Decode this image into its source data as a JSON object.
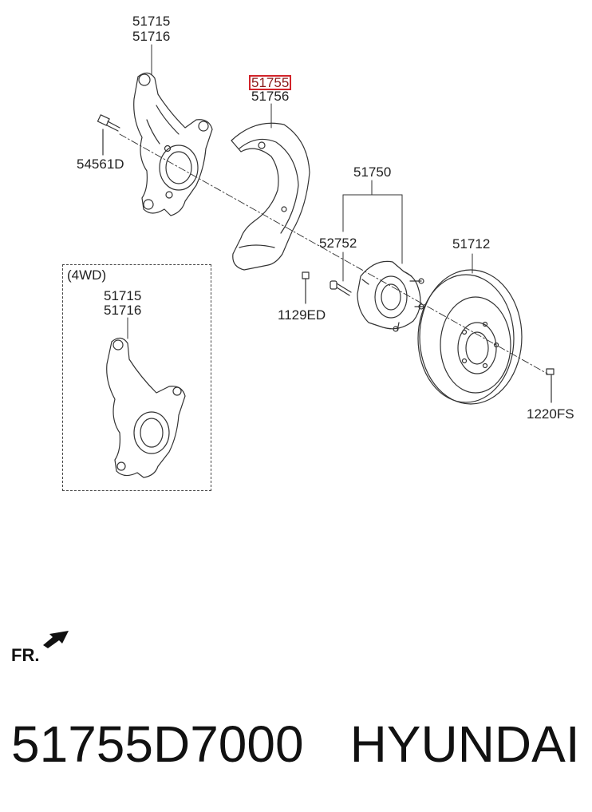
{
  "callouts": {
    "knuckle_top_a": "51715",
    "knuckle_top_b": "51716",
    "bolt_left": "54561D",
    "dust_cover_hl": "51755",
    "dust_cover_b": "51756",
    "hub_assy": "51750",
    "hub_bolt": "52752",
    "screw_cover": "1129ED",
    "disc": "51712",
    "screw_disc": "1220FS",
    "wd_heading": "(4WD)",
    "wd_knuckle_a": "51715",
    "wd_knuckle_b": "51716"
  },
  "highlight_color": "#d2232a",
  "front_indicator": {
    "label": "FR.",
    "icon": "arrow-icon"
  },
  "caption": {
    "part_number": "51755D7000",
    "brand": "HYUNDAI"
  }
}
